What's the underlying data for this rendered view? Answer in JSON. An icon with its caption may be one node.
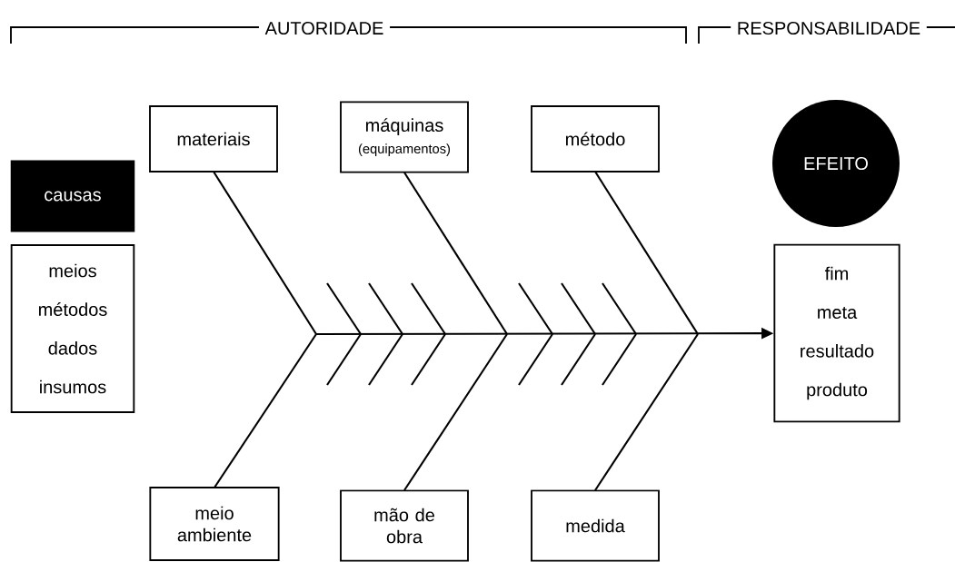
{
  "diagram": {
    "nodes": [
      {
        "text": [
          "causas"
        ]
      },
      {
        "text": [
          "meios",
          "métodos",
          "dados",
          "insumos"
        ]
      },
      {
        "text": [
          "materiais"
        ]
      },
      {
        "text": [
          "máquinas",
          "(equipamentos)"
        ]
      },
      {
        "text": [
          "método"
        ]
      },
      {
        "text": [
          "EFEITO"
        ]
      },
      {
        "text": [
          "fim",
          "meta",
          "resultado",
          "produto"
        ]
      },
      {
        "text": [
          "meio ambiente"
        ]
      },
      {
        "text": [
          "mão de obra"
        ]
      },
      {
        "text": [
          "medida"
        ]
      }
    ],
    "edges": [
      {
        "from": 2,
        "to": null,
        "arrow": "none"
      },
      {
        "from": 7,
        "to": null,
        "arrow": "none"
      },
      {
        "from": 3,
        "to": null,
        "arrow": "none"
      },
      {
        "from": 8,
        "to": null,
        "arrow": "none"
      },
      {
        "from": 4,
        "to": null,
        "arrow": "none"
      },
      {
        "from": 9,
        "to": null,
        "arrow": "none"
      },
      {
        "from": null,
        "to": 6,
        "arrow": "to"
      }
    ],
    "labels": [
      "AUTORIDADE",
      "RESPONSABILIDADE"
    ]
  }
}
